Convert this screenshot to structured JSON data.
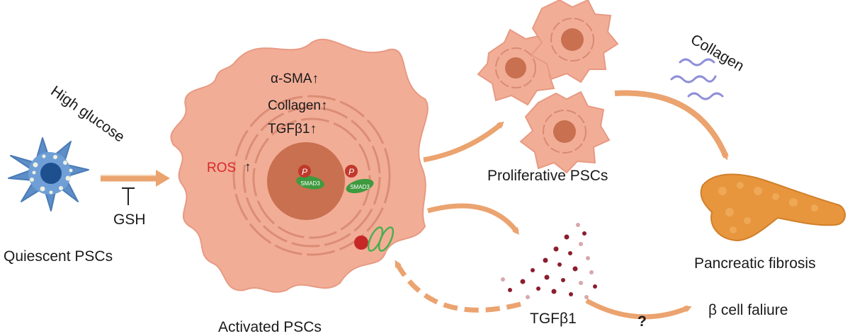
{
  "labels": {
    "high_glucose": "High glucose",
    "gsh": "GSH",
    "quiescent": "Quiescent PSCs",
    "activated": "Activated PSCs",
    "marker_sma": "α-SMA↑",
    "marker_collagen": "Collagen↑",
    "marker_tgf": "TGFβ1↑",
    "ros": "ROS",
    "ros_arrow": "↑",
    "p_left": "P",
    "p_right": "P",
    "smad_left": "SMAD3",
    "smad_right": "SMAD3",
    "proliferative": "Proliferative PSCs",
    "collagen": "Collagen",
    "pancreatic": "Pancreatic fibrosis",
    "tgf": "TGFβ1",
    "question": "?",
    "beta": "β cell faliure"
  },
  "colors": {
    "cell": "#f2ad97",
    "cell_edge": "#e79a82",
    "nucleus": "#c8704f",
    "er": "#d98a72",
    "arrow": "#eba36f",
    "quiescent": "#5d8ec8",
    "quiescent_nucleus": "#1e4f8f",
    "smad": "#3f9a3f",
    "p_badge": "#c0392b",
    "pancreas": "#e7963e",
    "tgf_dot_dark": "#8b1e2e",
    "tgf_dot_light": "#d8a7ae",
    "ros": "#d62b2b",
    "collagen_fiber": "#8f8fd8"
  }
}
